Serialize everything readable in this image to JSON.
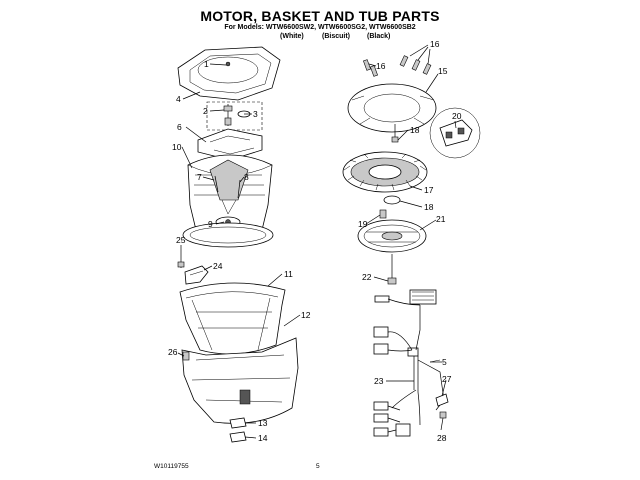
{
  "header": {
    "title": "MOTOR, BASKET AND TUB PARTS",
    "models": "For Models: WTW6600SW2, WTW6600SG2, WTW6600SB2",
    "colors": [
      "(White)",
      "(Biscuit)",
      "(Black)"
    ]
  },
  "footer": {
    "doc_number": "W10119755",
    "page_number": "5"
  },
  "callouts": [
    "1",
    "2",
    "3",
    "4",
    "5",
    "6",
    "7",
    "8",
    "9",
    "10",
    "11",
    "12",
    "13",
    "14",
    "15",
    "16",
    "16",
    "17",
    "18",
    "18",
    "19",
    "20",
    "21",
    "22",
    "23",
    "24",
    "25",
    "26",
    "27",
    "28"
  ]
}
